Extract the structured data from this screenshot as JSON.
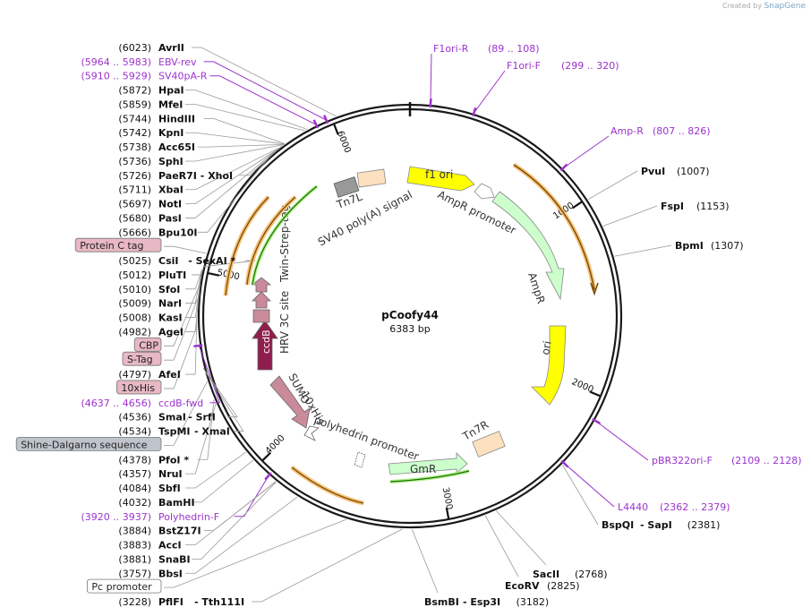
{
  "credit": {
    "prefix": "Created by",
    "brand": "SnapGene"
  },
  "plasmid": {
    "name": "pCoofy44",
    "length": "6383 bp",
    "total_bp": 6383
  },
  "colors": {
    "enzyme": "#000000",
    "primer": "#9b33cc",
    "backbone": "#1a1a1a"
  },
  "ticks": [
    {
      "label": "1000",
      "pos": 1000
    },
    {
      "label": "2000",
      "pos": 2000
    },
    {
      "label": "3000",
      "pos": 3000
    },
    {
      "label": "4000",
      "pos": 4000
    },
    {
      "label": "5000",
      "pos": 5000
    },
    {
      "label": "6000",
      "pos": 6000
    }
  ],
  "left_labels": [
    {
      "pos": "(6023)",
      "name": "AvrII",
      "type": "enzyme",
      "site": 6023
    },
    {
      "pos": "(5964 .. 5983)",
      "name": "EBV-rev",
      "type": "primer",
      "site": 5973
    },
    {
      "pos": "(5910 .. 5929)",
      "name": "SV40pA-R",
      "type": "primer",
      "site": 5920
    },
    {
      "pos": "(5872)",
      "name": "HpaI",
      "type": "enzyme",
      "site": 5872
    },
    {
      "pos": "(5859)",
      "name": "MfeI",
      "type": "enzyme",
      "site": 5859
    },
    {
      "pos": "(5744)",
      "name": "HindIII",
      "type": "enzyme",
      "site": 5744
    },
    {
      "pos": "(5742)",
      "name": "KpnI",
      "type": "enzyme",
      "site": 5742
    },
    {
      "pos": "(5738)",
      "name": "Acc65I",
      "type": "enzyme",
      "site": 5738
    },
    {
      "pos": "(5736)",
      "name": "SphI",
      "type": "enzyme",
      "site": 5736
    },
    {
      "pos": "(5726)",
      "name": "PaeR7I",
      "extra": "- XhoI",
      "type": "enzyme",
      "site": 5726
    },
    {
      "pos": "(5711)",
      "name": "XbaI",
      "type": "enzyme",
      "site": 5711
    },
    {
      "pos": "(5697)",
      "name": "NotI",
      "type": "enzyme",
      "site": 5697
    },
    {
      "pos": "(5680)",
      "name": "PasI",
      "type": "enzyme",
      "site": 5680
    },
    {
      "pos": "(5666)",
      "name": "Bpu10I",
      "type": "enzyme",
      "site": 5666
    },
    {
      "pos": "",
      "name": "Protein C tag",
      "type": "feature-box",
      "site": 5090
    },
    {
      "pos": "(5025)",
      "name": "CsiI",
      "extra": "- SexAI *",
      "type": "enzyme",
      "site": 5025
    },
    {
      "pos": "(5012)",
      "name": "PluTI",
      "type": "enzyme",
      "site": 5012
    },
    {
      "pos": "(5010)",
      "name": "SfoI",
      "type": "enzyme",
      "site": 5010
    },
    {
      "pos": "(5009)",
      "name": "NarI",
      "type": "enzyme",
      "site": 5009
    },
    {
      "pos": "(5008)",
      "name": "KasI",
      "type": "enzyme",
      "site": 5008
    },
    {
      "pos": "(4982)",
      "name": "AgeI",
      "type": "enzyme",
      "site": 4982
    },
    {
      "pos": "",
      "name": "CBP",
      "type": "feature-box",
      "site": 4930
    },
    {
      "pos": "",
      "name": "S-Tag",
      "type": "feature-box",
      "site": 4870
    },
    {
      "pos": "(4797)",
      "name": "AfeI",
      "type": "enzyme",
      "site": 4797
    },
    {
      "pos": "",
      "name": "10xHis",
      "type": "feature-box",
      "site": 4740
    },
    {
      "pos": "(4637 .. 4656)",
      "name": "ccdB-fwd",
      "type": "primer",
      "site": 4646
    },
    {
      "pos": "(4536)",
      "name": "SmaI",
      "extra": "- SrfI",
      "type": "enzyme",
      "site": 4536
    },
    {
      "pos": "(4534)",
      "name": "TspMI",
      "extra": "- XmaI",
      "type": "enzyme",
      "site": 4534
    },
    {
      "pos": "",
      "name": "Shine-Dalgarno sequence",
      "type": "feature-box-gray",
      "site": 4470
    },
    {
      "pos": "(4378)",
      "name": "PfoI *",
      "type": "enzyme",
      "site": 4378
    },
    {
      "pos": "(4357)",
      "name": "NruI",
      "type": "enzyme",
      "site": 4357
    },
    {
      "pos": "(4084)",
      "name": "SbfI",
      "type": "enzyme",
      "site": 4084
    },
    {
      "pos": "(4032)",
      "name": "BamHI",
      "type": "enzyme",
      "site": 4032
    },
    {
      "pos": "(3920 .. 3937)",
      "name": "Polyhedrin-F",
      "type": "primer",
      "site": 3928
    },
    {
      "pos": "(3884)",
      "name": "BstZ17I",
      "type": "enzyme",
      "site": 3884
    },
    {
      "pos": "(3883)",
      "name": "AccI",
      "type": "enzyme",
      "site": 3883
    },
    {
      "pos": "(3881)",
      "name": "SnaBI",
      "type": "enzyme",
      "site": 3881
    },
    {
      "pos": "(3757)",
      "name": "BbsI",
      "type": "enzyme",
      "site": 3757
    },
    {
      "pos": "",
      "name": "Pc promoter",
      "type": "feature-box-white",
      "site": 3500
    },
    {
      "pos": "(3228)",
      "name": "PflFI",
      "extra": "- Tth111I",
      "type": "enzyme",
      "site": 3228
    }
  ],
  "right_labels": [
    {
      "name": "F1ori-R",
      "pos": "(89 .. 108)",
      "type": "primer",
      "site": 98
    },
    {
      "name": "F1ori-F",
      "pos": "(299 .. 320)",
      "type": "primer",
      "site": 310
    },
    {
      "name": "Amp-R",
      "pos": "(807 .. 826)",
      "type": "primer",
      "site": 816
    },
    {
      "name": "PvuI",
      "pos": "(1007)",
      "type": "enzyme",
      "site": 1007
    },
    {
      "name": "FspI",
      "pos": "(1153)",
      "type": "enzyme",
      "site": 1153
    },
    {
      "name": "BpmI",
      "pos": "(1307)",
      "type": "enzyme",
      "site": 1307
    },
    {
      "name": "pBR322ori-F",
      "pos": "(2109 .. 2128)",
      "type": "primer",
      "site": 2118
    },
    {
      "name": "L4440",
      "pos": "(2362 .. 2379)",
      "type": "primer",
      "site": 2370
    },
    {
      "name": "BspQI",
      "extra": "- SapI",
      "pos": "(2381)",
      "type": "enzyme",
      "site": 2381
    },
    {
      "name": "SacII",
      "pos": "(2768)",
      "type": "enzyme",
      "site": 2768
    },
    {
      "name": "EcoRV",
      "pos": "(2825)",
      "type": "enzyme",
      "site": 2825
    },
    {
      "name": "BsmBI",
      "extra": "- Esp3I",
      "pos": "(3182)",
      "type": "enzyme",
      "site": 3182
    }
  ],
  "inner_labels": {
    "f1_ori": "f1 ori",
    "ampr_promoter": "AmpR promoter",
    "ampr": "AmpR",
    "ori": "ori",
    "tn7l": "Tn7L",
    "sv40": "SV40 poly(A) signal",
    "tn7r": "Tn7R",
    "gmr": "GmR",
    "polyhedrin": "polyhedrin promoter",
    "sumo": "SUMO",
    "his10": "10xHis",
    "ccdb": "ccdB",
    "hrv": "HRV 3C site",
    "twin_strep": "Twin-Strep-tag"
  }
}
